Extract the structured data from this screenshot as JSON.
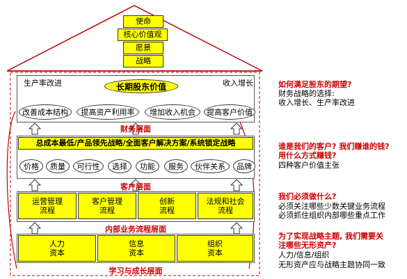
{
  "roof": {
    "items": [
      "使命",
      "核心价值观",
      "愿景",
      "战略"
    ]
  },
  "financial": {
    "left_label": "生产率改进",
    "right_label": "收入增长",
    "top_goal": "长期股东价值",
    "ovals": [
      "改善成本结构",
      "提高资产利用率",
      "增加收入机会",
      "提高客户价值"
    ],
    "layer_label": "财务层面"
  },
  "customer": {
    "strategy": "总成本最低/产品领先战略/全面客户解决方案/系统锁定战略",
    "ovals": [
      "价格",
      "质量",
      "可行性",
      "选择",
      "功能",
      "服务",
      "伙伴关系",
      "品牌"
    ],
    "layer_label": "客户层面"
  },
  "process": {
    "boxes": [
      {
        "line1": "运营管理",
        "line2": "流程"
      },
      {
        "line1": "客户管理",
        "line2": "流程"
      },
      {
        "line1": "创新",
        "line2": "流程"
      },
      {
        "line1": "法规和社会",
        "line2": "流程"
      }
    ],
    "layer_label": "内部业务流程层面"
  },
  "learning": {
    "boxes": [
      {
        "line1": "人力",
        "line2": "资本"
      },
      {
        "line1": "信息",
        "line2": "资本"
      },
      {
        "line1": "组织",
        "line2": "资本"
      }
    ],
    "layer_label": "学习与成长层面"
  },
  "notes": [
    {
      "q1": "如何满足股东的期望?",
      "q2": "",
      "a1": "财务战略的选择:",
      "a2": "收入增长、生产率改进"
    },
    {
      "q1": "谁是我们的客户? 我们赚谁的钱?",
      "q2": "用什么方式赚钱?",
      "a1": "四种客户价值主张",
      "a2": ""
    },
    {
      "q1": "我们必须做什么?",
      "q2": "",
      "a1": "必须关注哪些少数关键业务流程",
      "a2": "必须抓住组织内部哪些重点工作"
    },
    {
      "q1": "为了实现战略主题, 我们需要关",
      "q2": "注哪些无形资产?",
      "a1": "人力/信息/组织",
      "a2": "无形资产应与战略主题协同一致"
    }
  ],
  "colors": {
    "yellow": "#ffff00",
    "red": "#cc0000",
    "frame": "#555555"
  }
}
